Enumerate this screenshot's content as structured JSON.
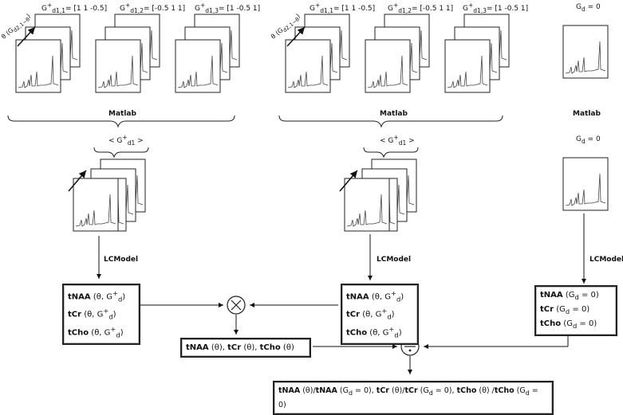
{
  "top": {
    "group1": {
      "gradients": [
        {
          "label": "G",
          "sup": "+",
          "sub": "d1,1",
          "value": "= [1 1 -0.5]"
        },
        {
          "label": "G",
          "sup": "+",
          "sub": "d1,2",
          "value": "= [-0.5 1 1]"
        },
        {
          "label": "G",
          "sup": "+",
          "sub": "d1,3",
          "value": "= [1 -0.5 1]"
        }
      ],
      "theta": "θ (G",
      "theta_sub": "d2,1−θ",
      "theta_end": ")"
    },
    "group2": {
      "gradients": [
        {
          "label": "G",
          "sup": "+",
          "sub": "d1,1",
          "value": "= [1 1 -0.5]"
        },
        {
          "label": "G",
          "sup": "+",
          "sub": "d1,2",
          "value": "= [-0.5 1 1]"
        },
        {
          "label": "G",
          "sup": "+",
          "sub": "d1,3",
          "value": "= [1 -0.5 1]"
        }
      ]
    },
    "group3": {
      "label": "G",
      "sub": "d",
      "value": " = 0"
    }
  },
  "matlab": {
    "left": "Matlab",
    "mid": "Matlab",
    "right": "Matlab"
  },
  "avg": {
    "left": {
      "text": "< G",
      "sup": "+",
      "sub": "d1",
      "end": " >"
    },
    "mid": {
      "text": "< G",
      "sup": "+",
      "sub": "d1",
      "end": " >"
    },
    "right": {
      "label": "G",
      "sub": "d",
      "value": " = 0"
    }
  },
  "lcmodel": {
    "left": "LCModel",
    "mid": "LCModel",
    "right": "LCModel"
  },
  "boxes": {
    "left": [
      {
        "m": "tNAA",
        "rest": " (θ, G"
      },
      {
        "m": "tCr",
        "rest": " (θ, G"
      },
      {
        "m": "tCho",
        "rest": " (θ, G"
      }
    ],
    "mid": [
      {
        "m": "tNAA",
        "rest": " (θ, G"
      },
      {
        "m": "tCr",
        "rest": " (θ, G"
      },
      {
        "m": "tCho",
        "rest": " (θ, G"
      }
    ],
    "right": [
      {
        "m": "tNAA",
        "rest": " (G"
      },
      {
        "m": "tCr",
        "rest": " (G"
      },
      {
        "m": "tCho",
        "rest": " (G"
      }
    ],
    "theta_box": {
      "a": "tNAA",
      "a_rest": " (θ), ",
      "b": "tCr",
      "b_rest": " (θ), ",
      "c": "tCho",
      "c_rest": " (θ)"
    },
    "final": {
      "a": "tNAA",
      "a_mid": " (θ)/",
      "a2": "tNAA",
      "a_rest": " (G",
      "b": "tCr",
      "b_mid": " (θ)/",
      "b2": "tCr",
      "b_rest": " (G",
      "c": "tCho",
      "c_mid": " (θ) /",
      "c2": "tCho",
      "c_rest": " (G",
      "eq0": " = 0)"
    }
  },
  "operators": {
    "multiply": "⊗",
    "divide": "÷"
  }
}
